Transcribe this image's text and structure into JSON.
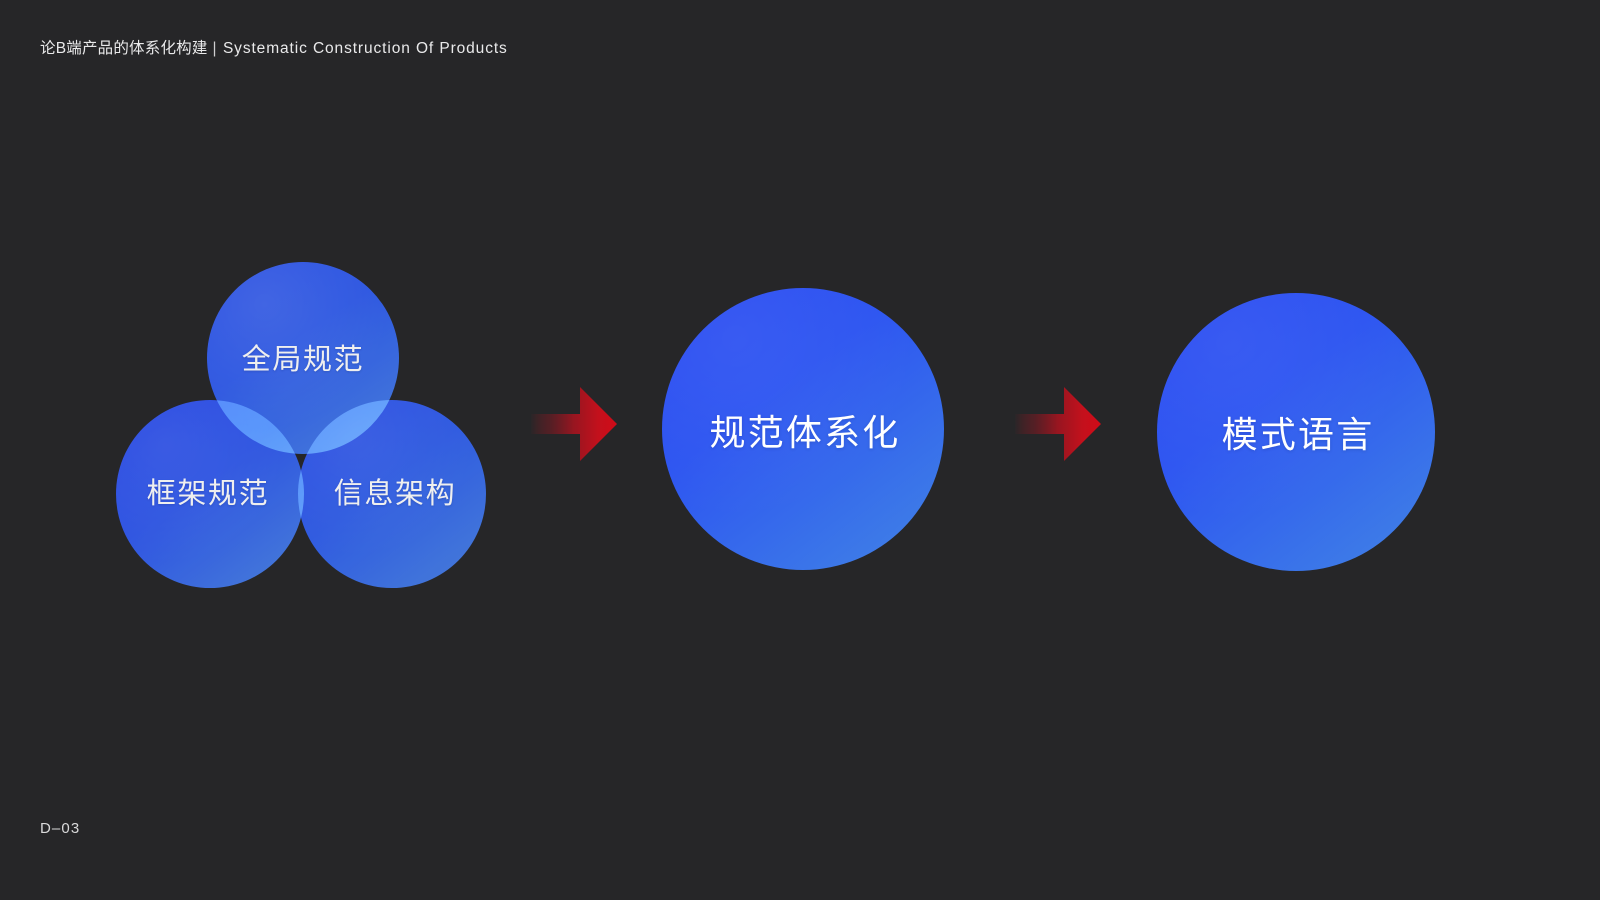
{
  "slide": {
    "header": {
      "title_cn": "论B端产品的体系化构建",
      "separator": "|",
      "title_en": "Systematic Construction Of Products"
    },
    "footer": {
      "page_label": "D–03"
    },
    "background_color": "#262628"
  },
  "diagram": {
    "type": "process-flow",
    "venn": {
      "name": "three-circle-venn",
      "circles": [
        {
          "id": "global-spec",
          "label": "全局规范",
          "position": "top",
          "color": "#2f5cf0"
        },
        {
          "id": "framework-spec",
          "label": "框架规范",
          "position": "bottom-left",
          "color": "#3059f0"
        },
        {
          "id": "information-arch",
          "label": "信息架构",
          "position": "bottom-right",
          "color": "#3160ef"
        }
      ]
    },
    "stages": [
      {
        "id": "stage-center",
        "label": "规范体系化",
        "color": "#2d55f1"
      },
      {
        "id": "stage-right",
        "label": "模式语言",
        "color": "#2d55f1"
      }
    ],
    "arrows": [
      {
        "id": "arrow-1",
        "direction": "right",
        "color": "#c8101c"
      },
      {
        "id": "arrow-2",
        "direction": "right",
        "color": "#c8101c"
      }
    ],
    "colors": {
      "blue_dark": "#2b4bf2",
      "blue_light": "#4384e6",
      "arrow_red": "#c8101c",
      "text_white": "#ffffff",
      "header_gray": "#e9e9ea"
    }
  }
}
